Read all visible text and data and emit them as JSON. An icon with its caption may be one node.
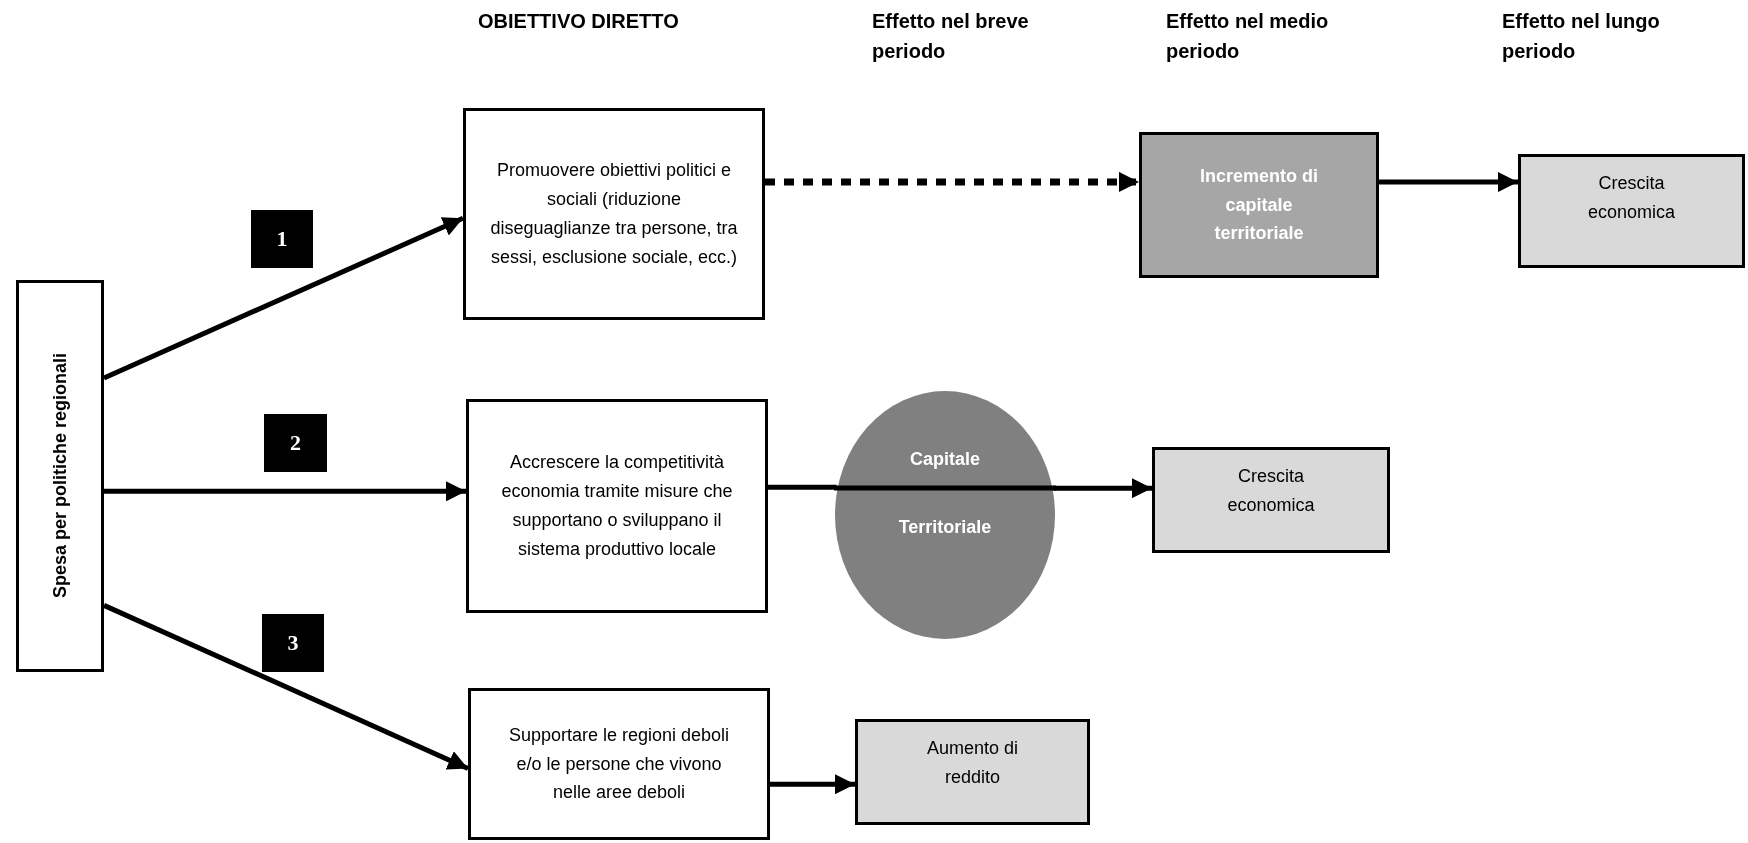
{
  "diagram": {
    "nodes": [
      {
        "text": [
          "Spesa per politiche regionali"
        ]
      },
      {
        "text": [
          "Promuovere obiettivi politici e sociali (riduzione diseguaglianze tra persone, tra sessi, esclusione sociale, ecc.)"
        ]
      },
      {
        "text": [
          "Incremento di capitale territoriale"
        ]
      },
      {
        "text": [
          "Crescita economica"
        ]
      },
      {
        "text": [
          "Accrescere la competitività economia tramite misure che supportano o sviluppano il sistema produttivo locale"
        ]
      },
      {
        "text": [
          "Capitale",
          "Territoriale"
        ]
      },
      {
        "text": [
          "Crescita economica"
        ]
      },
      {
        "text": [
          "Supportare le regioni deboli e/o le persone che vivono nelle aree deboli"
        ]
      },
      {
        "text": [
          "Aumento di reddito"
        ]
      }
    ],
    "edges": [
      {
        "from": 0,
        "to": 1,
        "arrow": "to"
      },
      {
        "from": 0,
        "to": 4,
        "arrow": "to"
      },
      {
        "from": 0,
        "to": 7,
        "arrow": "to"
      },
      {
        "from": 1,
        "to": 2,
        "arrow": "to",
        "style": "dashed"
      },
      {
        "from": 2,
        "to": 3,
        "arrow": "to"
      },
      {
        "from": 4,
        "to": 5,
        "arrow": "none"
      },
      {
        "from": 5,
        "to": 6,
        "arrow": "to"
      },
      {
        "from": 7,
        "to": 8,
        "arrow": "to"
      }
    ],
    "labels": [
      "OBIETTIVO DIRETTO",
      "Effetto nel breve periodo",
      "Effetto nel medio periodo",
      "Effetto nel lungo periodo",
      "1",
      "2",
      "3"
    ]
  }
}
